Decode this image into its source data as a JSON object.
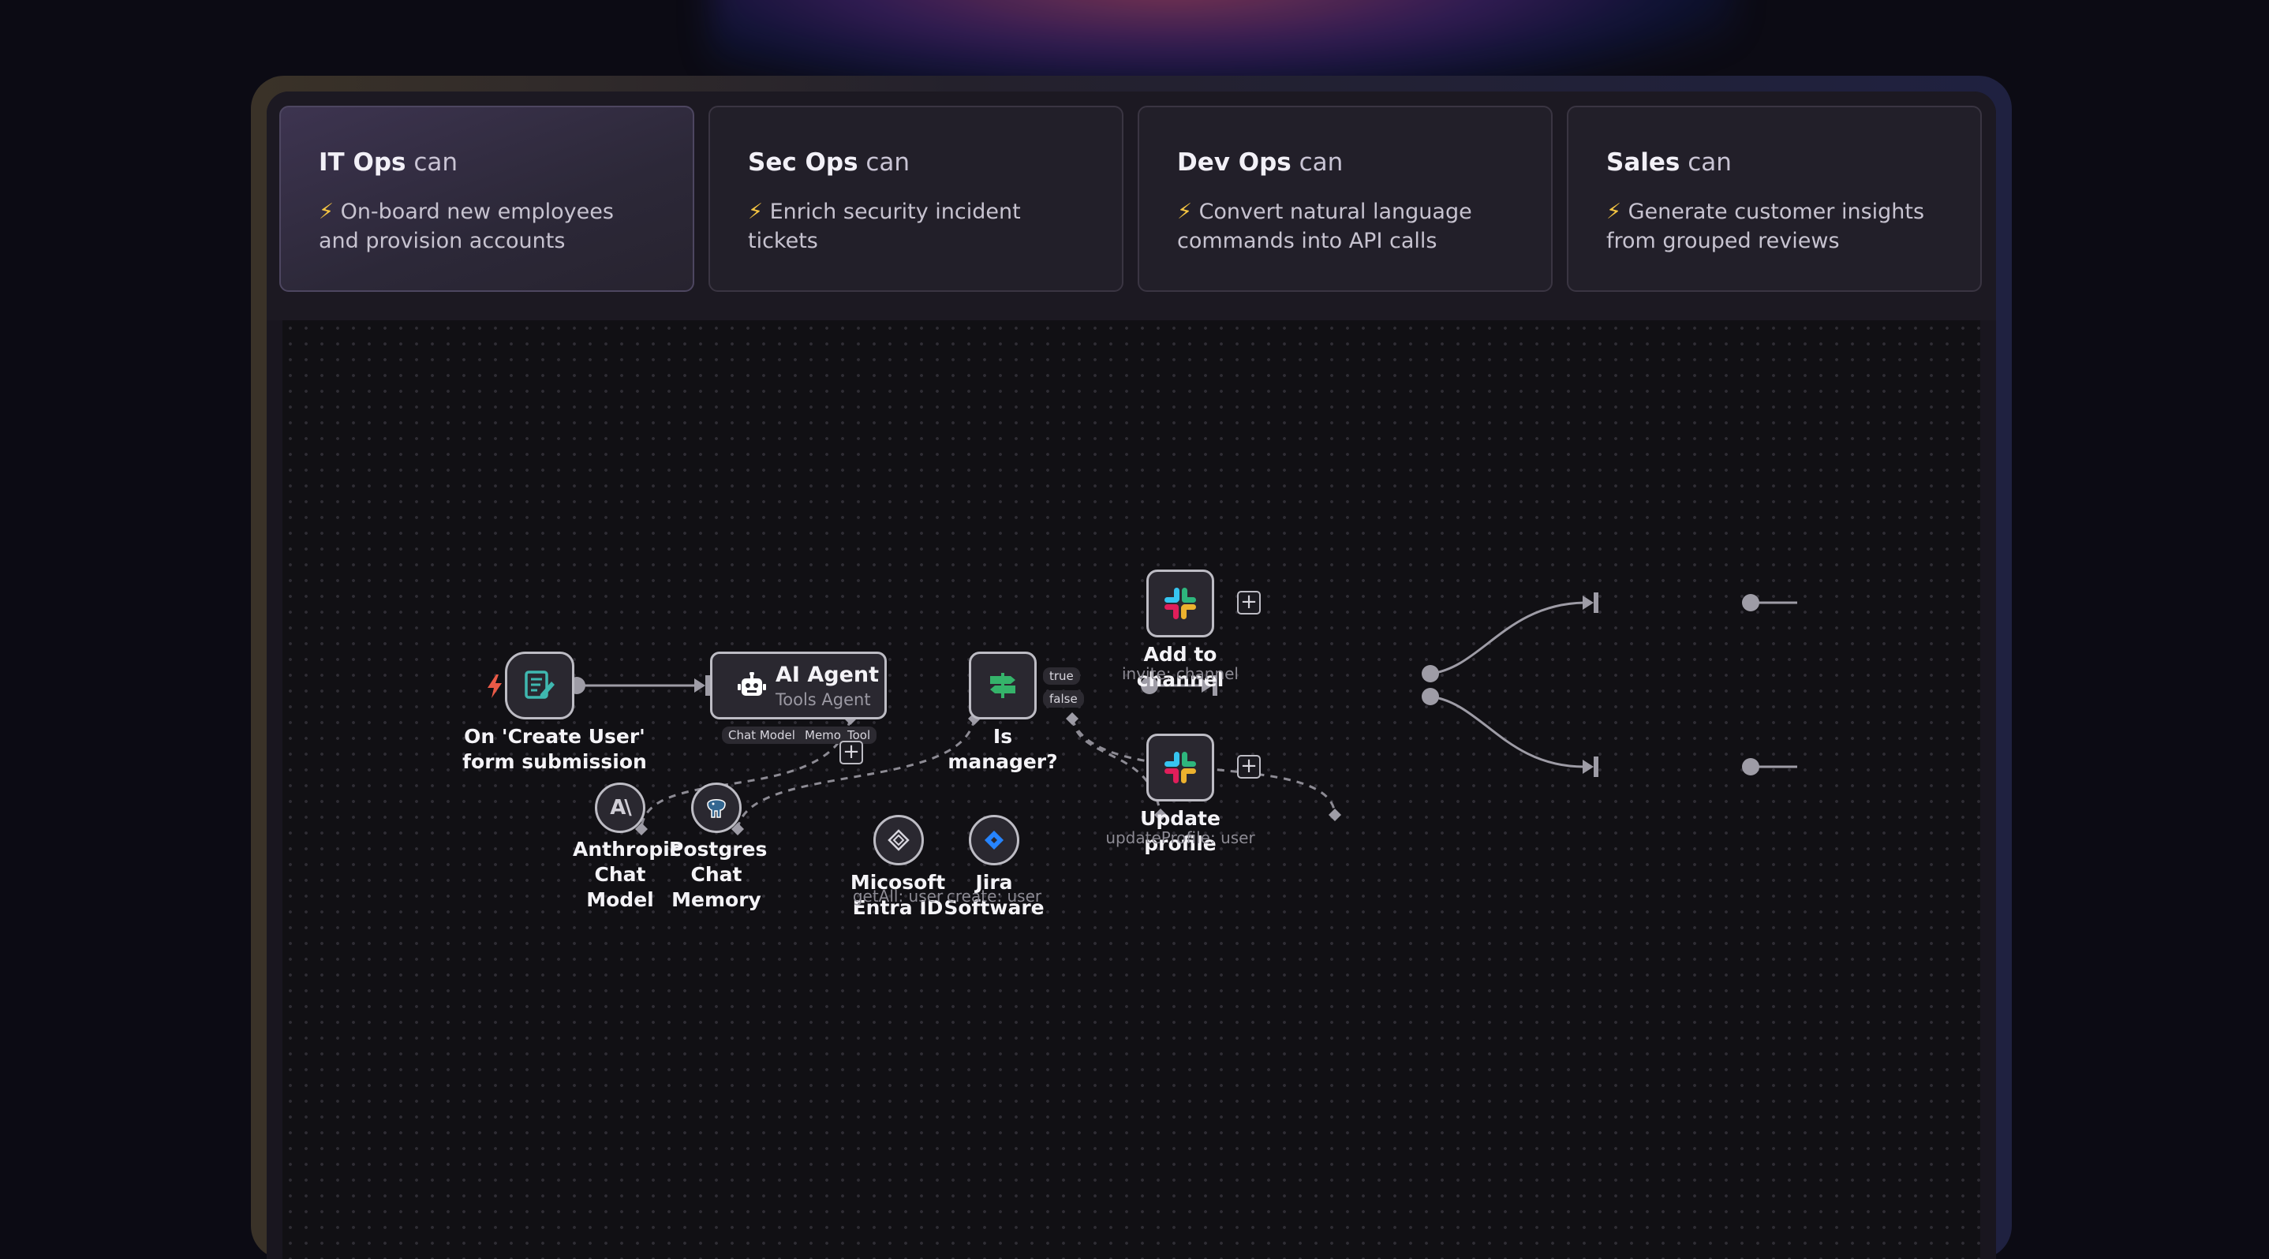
{
  "tabs": [
    {
      "team": "IT Ops",
      "can": "can",
      "description": "On-board new employees and provision accounts"
    },
    {
      "team": "Sec Ops",
      "can": "can",
      "description": "Enrich security incident tickets"
    },
    {
      "team": "Dev Ops",
      "can": "can",
      "description": "Convert natural language commands into API calls"
    },
    {
      "team": "Sales",
      "can": "can",
      "description": "Generate customer insights from grouped reviews"
    }
  ],
  "workflow": {
    "trigger": {
      "label": "On 'Create User' form submission"
    },
    "agent": {
      "title": "AI Agent",
      "subtitle": "Tools Agent",
      "ports": {
        "chat_model": "Chat Model",
        "required_mark": "*",
        "memory": "Memory",
        "tool": "Tool"
      }
    },
    "if_node": {
      "label": "Is manager?",
      "true_label": "true",
      "false_label": "false"
    },
    "slack_add": {
      "label": "Add to channel",
      "sub": "invite: channel"
    },
    "slack_update": {
      "label": "Update profile",
      "sub": "updateProfile: user"
    },
    "anthropic": {
      "label": "Anthropic Chat Model",
      "glyph": "A\\"
    },
    "postgres": {
      "label": "Postgres Chat Memory"
    },
    "entra": {
      "label": "Micosoft Entra ID",
      "sub": "getAll: user"
    },
    "jira": {
      "label": "Jira Software",
      "sub": "create: user"
    }
  },
  "icons": {
    "bolt": "⚡",
    "plus": "+"
  },
  "colors": {
    "accent_form": "#3fb8b0",
    "trigger_bolt": "#ea5a47",
    "if_green": "#35b36a",
    "jira_blue": "#2684ff"
  }
}
